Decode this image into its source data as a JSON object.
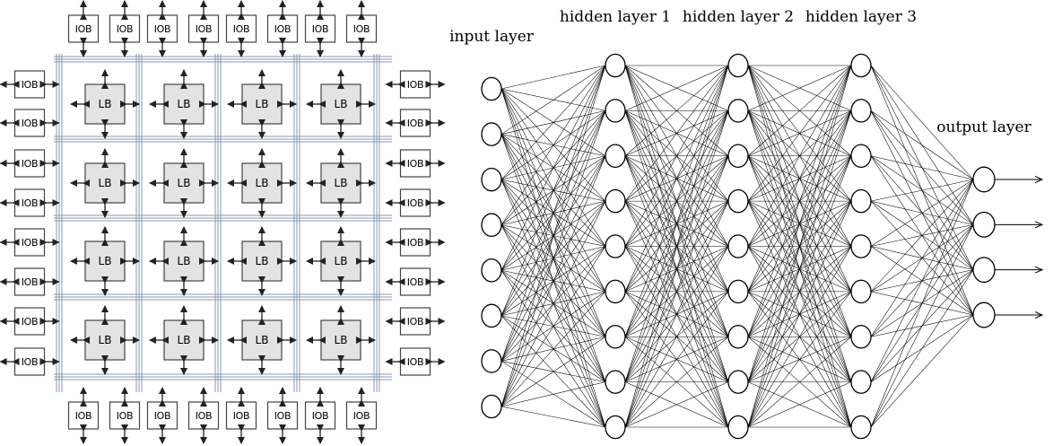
{
  "fpga": {
    "io_block_label": "IOB",
    "logic_block_label": "LB",
    "grid_rows": 4,
    "grid_cols": 4,
    "io_blocks_per_side": 8,
    "colors": {
      "logic_block_fill": "#e3e3e3",
      "routing_channel": "#8a98b0",
      "block_stroke": "#444444",
      "arrow": "#222222"
    }
  },
  "network": {
    "layers": [
      {
        "label": "input layer",
        "neurons": 8
      },
      {
        "label": "hidden layer 1",
        "neurons": 9
      },
      {
        "label": "hidden layer 2",
        "neurons": 9
      },
      {
        "label": "hidden layer 3",
        "neurons": 9
      },
      {
        "label": "output layer",
        "neurons": 4
      }
    ],
    "colors": {
      "edge": "#000000",
      "node_fill": "#ffffff",
      "node_stroke": "#000000"
    }
  }
}
